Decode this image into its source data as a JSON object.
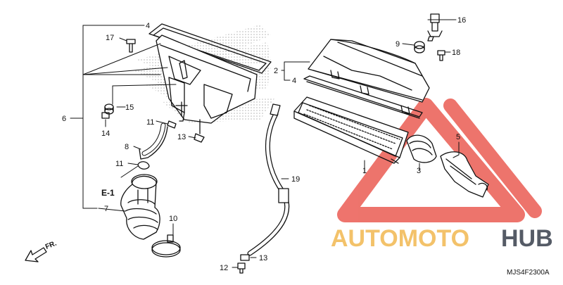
{
  "diagram": {
    "code": "MJS4F2300A",
    "direction_label": "FR.",
    "ref_label": "E-1",
    "part_labels": [
      {
        "id": "l4a",
        "text": "4"
      },
      {
        "id": "l17",
        "text": "17"
      },
      {
        "id": "l6",
        "text": "6"
      },
      {
        "id": "l15",
        "text": "15"
      },
      {
        "id": "l14",
        "text": "14"
      },
      {
        "id": "l11a",
        "text": "11"
      },
      {
        "id": "l8",
        "text": "8"
      },
      {
        "id": "l13a",
        "text": "13"
      },
      {
        "id": "l11b",
        "text": "11"
      },
      {
        "id": "l7",
        "text": "7"
      },
      {
        "id": "l10",
        "text": "10"
      },
      {
        "id": "l16",
        "text": "16"
      },
      {
        "id": "l9",
        "text": "9"
      },
      {
        "id": "l18",
        "text": "18"
      },
      {
        "id": "l2",
        "text": "2"
      },
      {
        "id": "l4b",
        "text": "4"
      },
      {
        "id": "l1",
        "text": "1"
      },
      {
        "id": "l3",
        "text": "3"
      },
      {
        "id": "l5",
        "text": "5"
      },
      {
        "id": "l19",
        "text": "19"
      },
      {
        "id": "l12",
        "text": "12"
      },
      {
        "id": "l13b",
        "text": "13"
      }
    ]
  },
  "watermark": {
    "part1": "AUTOMOTO",
    "part2": "HUB",
    "colors": {
      "triangle": "#e8463c",
      "text1": "#f3c26a",
      "text2": "#555b66"
    }
  }
}
